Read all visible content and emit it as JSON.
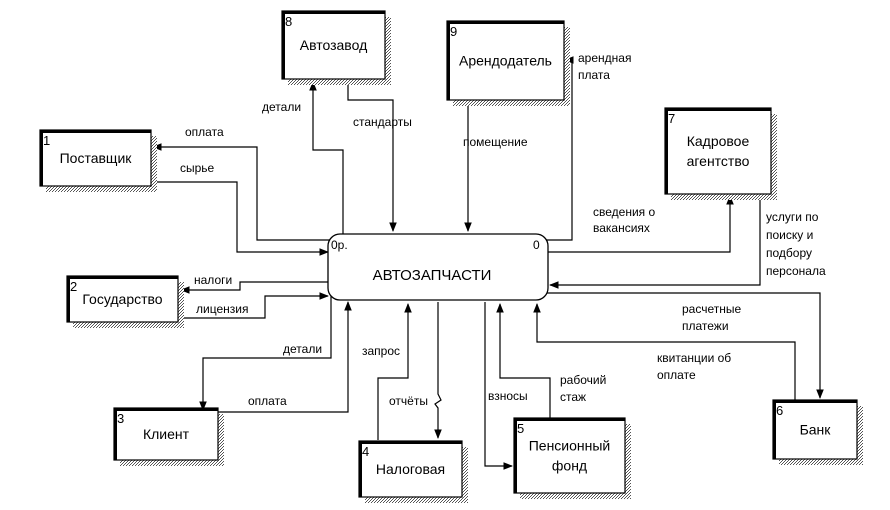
{
  "process": {
    "title": "АВТОЗАПЧАСТИ",
    "ref": "0р.",
    "num": "0"
  },
  "entities": [
    {
      "num": "1",
      "lines": [
        "Поставщик"
      ]
    },
    {
      "num": "2",
      "lines": [
        "Государство"
      ]
    },
    {
      "num": "3",
      "lines": [
        "Клиент"
      ]
    },
    {
      "num": "4",
      "lines": [
        "Налоговая"
      ]
    },
    {
      "num": "5",
      "lines": [
        "Пенсионный",
        "фонд"
      ]
    },
    {
      "num": "6",
      "lines": [
        "Банк"
      ]
    },
    {
      "num": "7",
      "lines": [
        "Кадровое",
        "агентство"
      ]
    },
    {
      "num": "8",
      "lines": [
        "Автозавод"
      ]
    },
    {
      "num": "9",
      "lines": [
        "Арендодатель"
      ]
    }
  ],
  "flows": {
    "oplata_postavshchik": "оплата",
    "syrie": "сырье",
    "nalogi": "налоги",
    "licenziya": "лицензия",
    "detali_klient": "детали",
    "oplata_klient": "оплата",
    "detali_avtozavod": "детали",
    "standarty": "стандарты",
    "pomeshchenie": "помещение",
    "arendnaya_plata": [
      "арендная",
      "плата"
    ],
    "svedeniya": [
      "сведения о",
      "вакансиях"
    ],
    "uslugi": [
      "услуги по",
      "поиску и",
      "подбору",
      "персонала"
    ],
    "raschetnye": [
      "расчетные",
      "платежи"
    ],
    "kvitancii": [
      "квитанции об",
      "оплате"
    ],
    "zapros": "запрос",
    "otchety": "отчёты",
    "vznosy": "взносы",
    "rabochiy_stazh": [
      "рабочий",
      "стаж"
    ]
  }
}
